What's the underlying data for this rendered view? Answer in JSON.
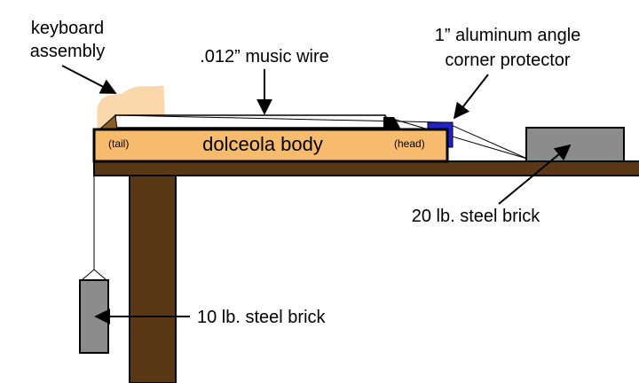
{
  "diagram": {
    "labels": {
      "keyboard_line1": "keyboard",
      "keyboard_line2": "assembly",
      "music_wire": ".012” music wire",
      "angle_line1": "1” aluminum angle",
      "angle_line2": "corner protector",
      "body": "dolceola body",
      "tail": "(tail)",
      "head": "(head)",
      "brick_20": "20 lb. steel brick",
      "brick_10": "10 lb. steel brick"
    },
    "colors": {
      "table": "#5a3815",
      "body_fill": "#f6bb6d",
      "keyboard_fill": "#fbd8ab",
      "keyboard_cover": "#8a5d28",
      "brick_fill": "#8c8c8c",
      "corner_protector": "#2222cc",
      "outline": "#000000",
      "background": "#ffffff"
    }
  }
}
